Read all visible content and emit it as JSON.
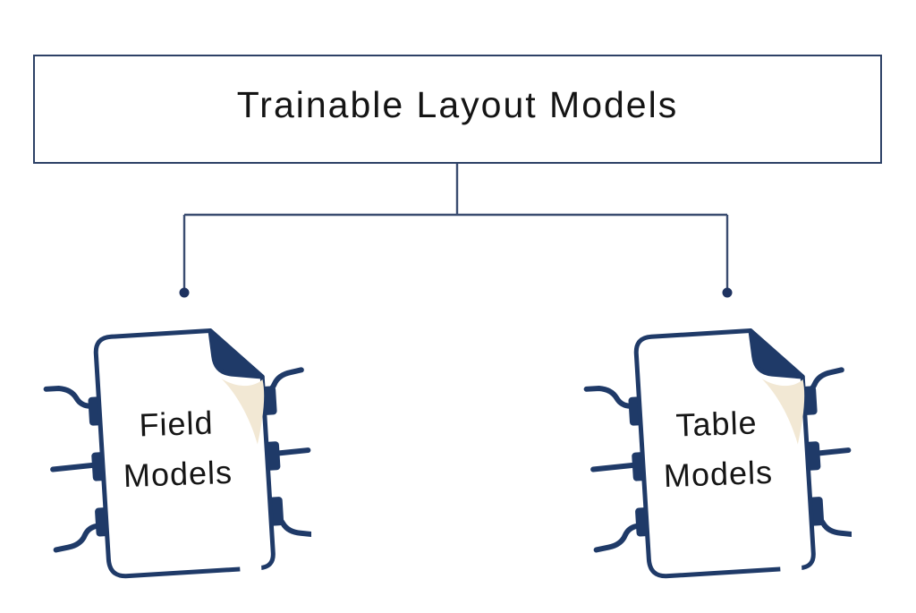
{
  "header": {
    "title": "Trainable Layout Models"
  },
  "colors": {
    "background": "#ffffff",
    "box_border": "#2d4166",
    "title_text": "#141414",
    "connector": "#3a4c70",
    "dot": "#1e3260",
    "navy": "#1f3a68",
    "cream": "#f2e8d4",
    "label_text": "#151515"
  },
  "nodes": [
    {
      "id": "field-models",
      "icon": "document-chip-icon",
      "label_line1": "Field",
      "label_line2": "Models"
    },
    {
      "id": "table-models",
      "icon": "document-chip-icon",
      "label_line1": "Table",
      "label_line2": "Models"
    }
  ]
}
